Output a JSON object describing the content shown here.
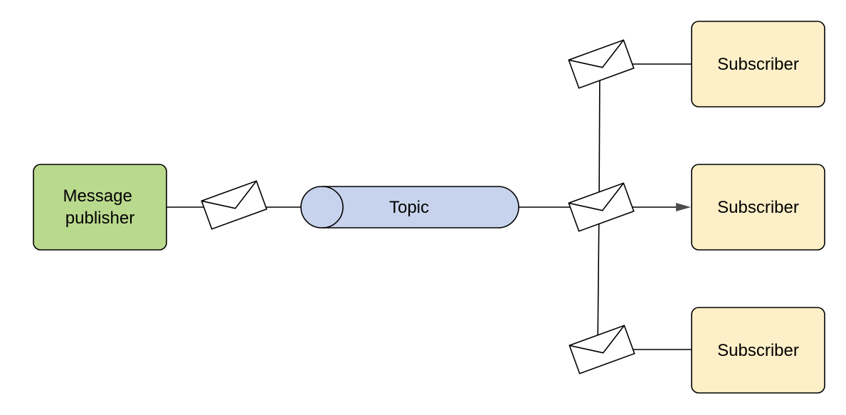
{
  "diagram": {
    "publisher": {
      "line1": "Message",
      "line2": "publisher"
    },
    "topic": {
      "label": "Topic"
    },
    "subscribers": [
      {
        "label": "Subscriber"
      },
      {
        "label": "Subscriber"
      },
      {
        "label": "Subscriber"
      }
    ]
  },
  "colors": {
    "publisher_fill": "#b9d98d",
    "topic_fill": "#c7d3ec",
    "subscriber_fill": "#fdefc8",
    "stroke": "#000000",
    "arrow": "#4d4d4d"
  },
  "icons": {
    "message": "envelope-icon"
  }
}
